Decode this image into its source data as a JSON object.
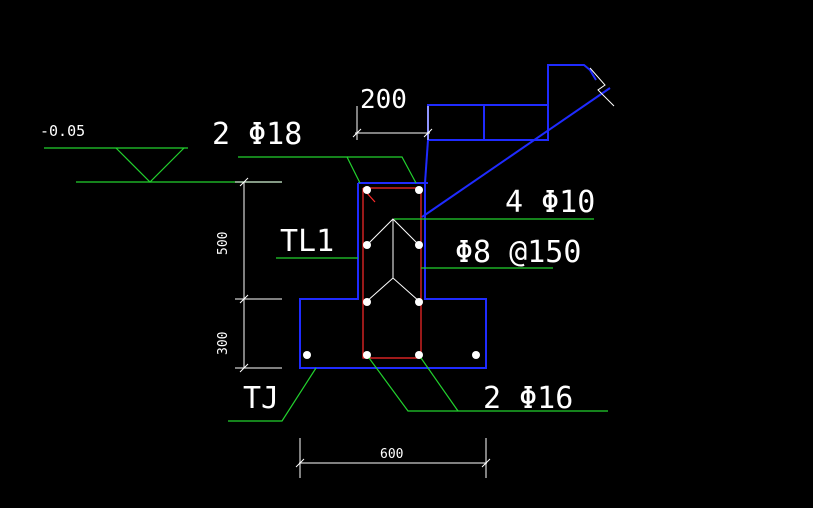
{
  "drawing": {
    "level_label": "-0.05",
    "beam_label": "TL1",
    "foundation_label": "TJ",
    "rebar_top_beam": "2 Φ18",
    "rebar_side": "4 Φ10",
    "stirrup": "Φ8 @150",
    "rebar_bottom": "2 Φ16",
    "dim_stair_width": "200",
    "dim_beam_height": "500",
    "dim_foot_height": "300",
    "dim_foot_width": "600",
    "colors": {
      "outline": "#1f2bff",
      "stirrup": "#ff2a2a",
      "leader": "#22d12e",
      "text": "#ffffff",
      "background": "#000000"
    }
  }
}
